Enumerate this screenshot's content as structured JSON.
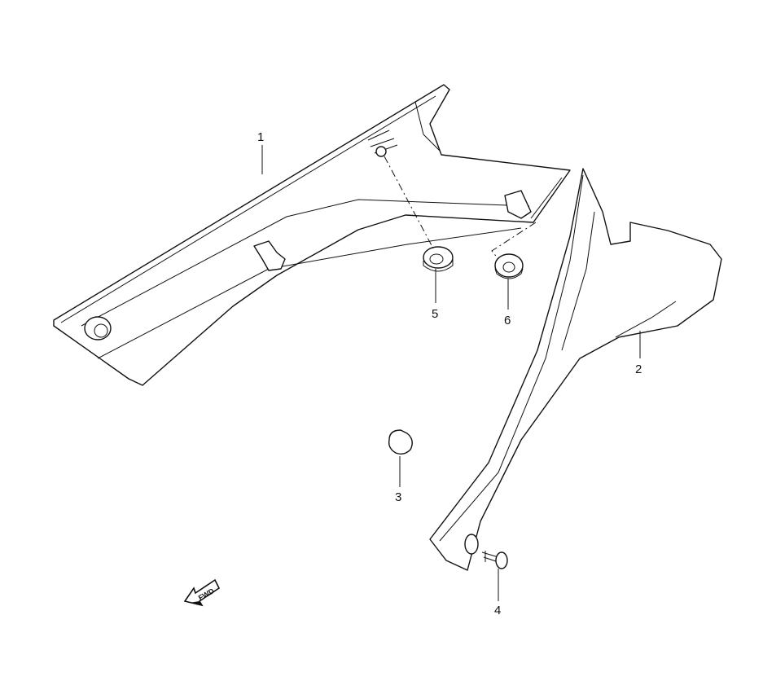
{
  "callouts": {
    "p1": "1",
    "p2": "2",
    "p3": "3",
    "p4": "4",
    "p5": "5",
    "p6": "6"
  },
  "fwd_label": "FWD"
}
